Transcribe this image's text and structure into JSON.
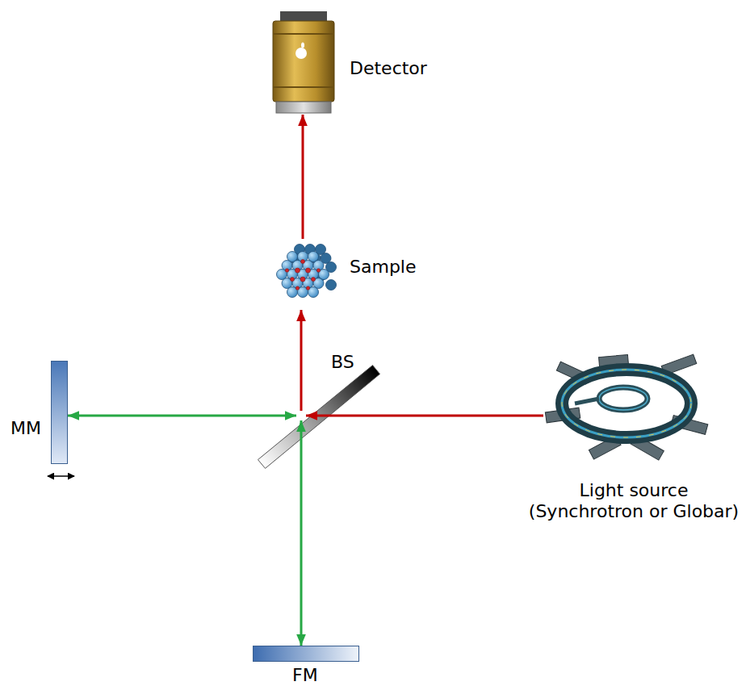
{
  "diagram": {
    "nodes": [
      {
        "text": [
          "Detector"
        ]
      },
      {
        "text": [
          "Sample"
        ]
      },
      {
        "text": [
          "BS"
        ]
      },
      {
        "text": [
          "MM"
        ]
      },
      {
        "text": [
          "Light source (Synchrotron or Globar)"
        ]
      },
      {
        "text": [
          "FM"
        ]
      }
    ],
    "edges": [
      {
        "from": 4,
        "to": 2,
        "arrow": "to"
      },
      {
        "from": 2,
        "to": 1,
        "arrow": "to"
      },
      {
        "from": 1,
        "to": 0,
        "arrow": "to"
      },
      {
        "from": 2,
        "to": 3,
        "arrow": "both"
      },
      {
        "from": 2,
        "to": 5,
        "arrow": "both"
      }
    ]
  }
}
